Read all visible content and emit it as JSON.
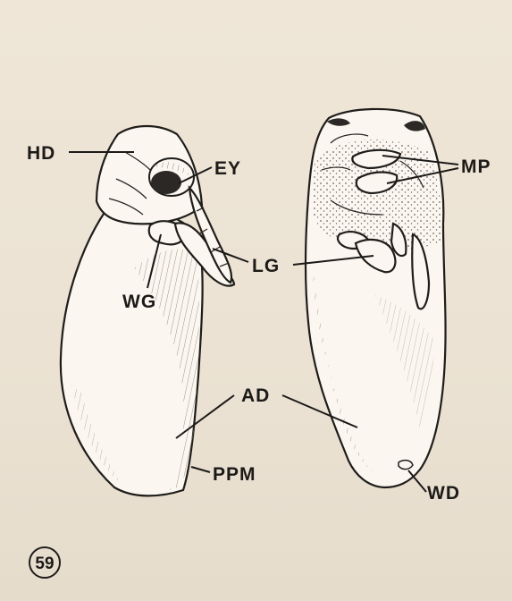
{
  "figure": {
    "number": "59",
    "labels": {
      "hd": "HD",
      "ey": "EY",
      "mp": "MP",
      "lg": "LG",
      "wg": "WG",
      "ad": "AD",
      "ppm": "PPM",
      "wd": "WD"
    }
  },
  "colors": {
    "paper": "#ebe2d3",
    "ink": "#1f1d1a",
    "specimen_fill": "#fbf7f0"
  }
}
